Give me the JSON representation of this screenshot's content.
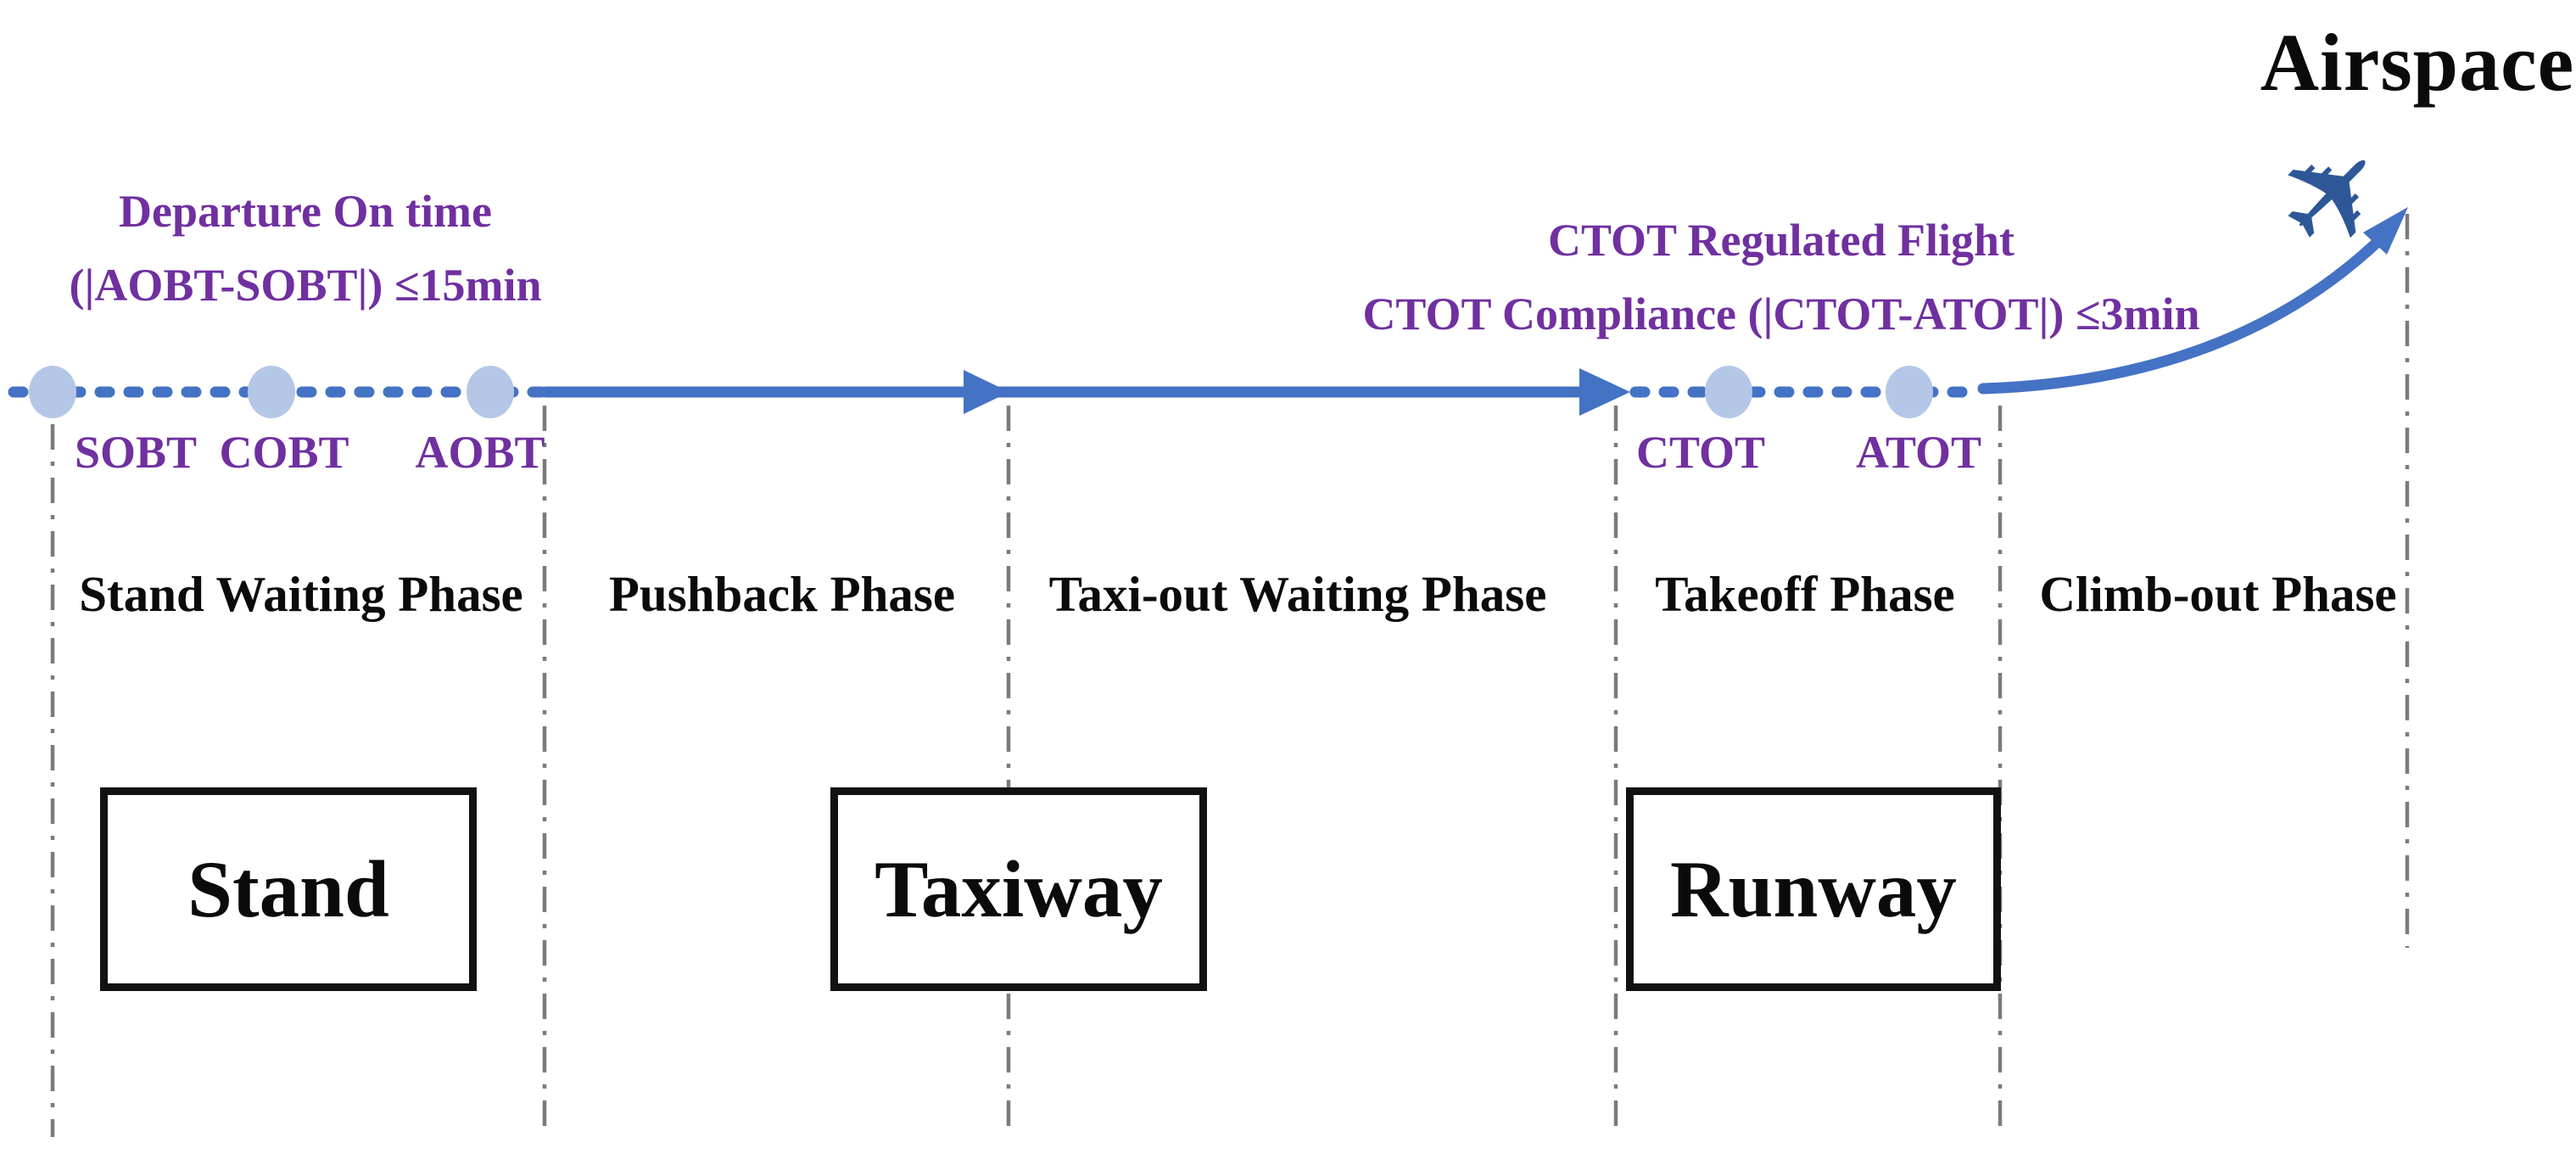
{
  "title": {
    "airspace": "Airspace"
  },
  "annotations": {
    "departure_on_time": {
      "line1": "Departure On time",
      "line2": "(|AOBT-SOBT|) ≤15min"
    },
    "ctot_compliance": {
      "line1": "CTOT Regulated Flight",
      "line2": "CTOT Compliance (|CTOT-ATOT|) ≤3min"
    }
  },
  "timeline": {
    "milestones": [
      {
        "id": "sobt",
        "label": "SOBT"
      },
      {
        "id": "cobt",
        "label": "COBT"
      },
      {
        "id": "aobt",
        "label": "AOBT"
      },
      {
        "id": "ctot",
        "label": "CTOT"
      },
      {
        "id": "atot",
        "label": "ATOT"
      }
    ]
  },
  "phases": [
    {
      "label": "Stand Waiting Phase"
    },
    {
      "label": "Pushback Phase"
    },
    {
      "label": "Taxi-out Waiting Phase"
    },
    {
      "label": "Takeoff Phase"
    },
    {
      "label": "Climb-out Phase"
    }
  ],
  "locations": [
    {
      "label": "Stand"
    },
    {
      "label": "Taxiway"
    },
    {
      "label": "Runway"
    }
  ],
  "icons": {
    "airplane": "✈"
  },
  "colors": {
    "accent_blue": "#4472C4",
    "marker_light_blue": "#B4C7E7",
    "plane_dark_blue": "#2E5797",
    "annotation_purple": "#7030A0",
    "boundary_gray": "#7B7B7B",
    "text_black": "#0B0B0B"
  }
}
